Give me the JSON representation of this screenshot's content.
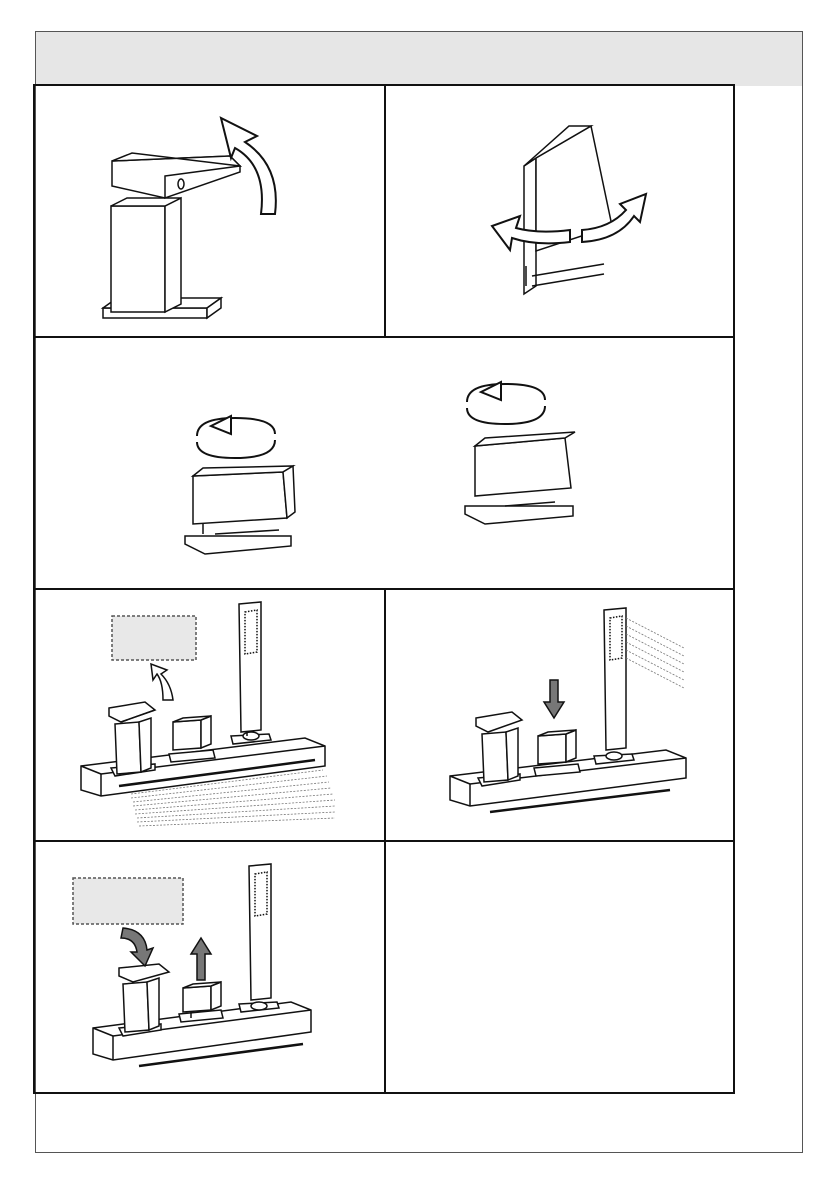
{
  "page": {
    "header_title": "",
    "colors": {
      "frame": "#555555",
      "header_band": "#e6e6e6",
      "ink": "#111111",
      "placeholder_fill": "#e8e8e8"
    }
  },
  "figures": [
    {
      "id": "lever-lift",
      "icon": "lever-up-arrow-icon"
    },
    {
      "id": "lever-rotate",
      "icon": "rotate-left-right-icon"
    },
    {
      "id": "knob-rotate-left",
      "icon": "rotate-counterclockwise-icon"
    },
    {
      "id": "knob-rotate-right",
      "icon": "rotate-clockwise-icon"
    },
    {
      "id": "bath-spout-mode",
      "icon": "water-flow-icon"
    },
    {
      "id": "hand-shower-mode",
      "icon": "press-down-arrow-icon"
    },
    {
      "id": "reset-mode",
      "icon": "pull-up-arrow-icon"
    },
    {
      "id": "empty",
      "icon": ""
    }
  ]
}
